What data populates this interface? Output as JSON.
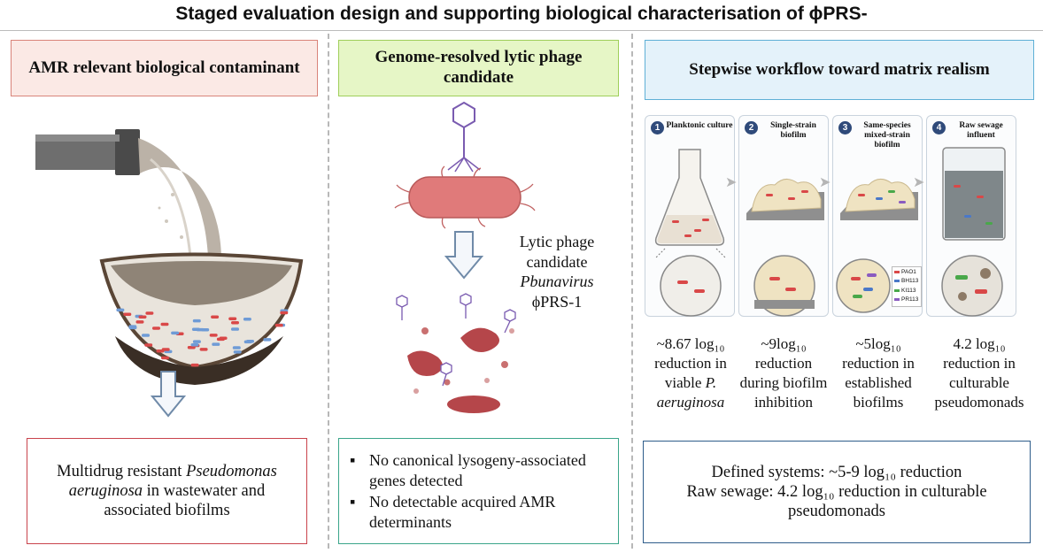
{
  "title": "Staged evaluation design and supporting biological characterisation of ϕPRS-",
  "colors": {
    "left_header_bg": "#fbe9e5",
    "left_header_border": "#d9847a",
    "mid_header_bg": "#e6f6c6",
    "mid_header_border": "#9fcf5a",
    "right_header_bg": "#e4f2fa",
    "right_header_border": "#5fb0d6",
    "left_bottom_border": "#c9434c",
    "mid_bottom_border": "#3aa58a",
    "right_bottom_border": "#2e5c8a"
  },
  "left": {
    "header": "AMR relevant biological contaminant",
    "illustration_icon": "sewage-pipe-outflow-icon",
    "bottom_parts": [
      "Multidrug resistant ",
      "Pseudomonas aeruginosa",
      " in wastewater and associated biofilms"
    ]
  },
  "middle": {
    "header": "Genome-resolved lytic phage candidate",
    "phage_label": {
      "line1": "Lytic phage",
      "line2": "candidate",
      "genus": "Pbunavirus",
      "name": "ϕPRS-1"
    },
    "bullets": [
      "No canonical lysogeny-associated genes detected",
      "No detectable acquired AMR determinants"
    ]
  },
  "right": {
    "header": "Stepwise workflow toward matrix realism",
    "steps": [
      {
        "num": "1",
        "title": "Planktonic culture"
      },
      {
        "num": "2",
        "title": "Single-strain biofilm"
      },
      {
        "num": "3",
        "title": "Same-species mixed-strain biofilm"
      },
      {
        "num": "4",
        "title": "Raw sewage influent"
      }
    ],
    "legend": [
      "PAO1",
      "BH113",
      "KI113",
      "PR113"
    ],
    "legend_colors": [
      "#d94848",
      "#4a78c8",
      "#49a84a",
      "#8a5bc0"
    ],
    "results": [
      {
        "lines": [
          "~8.67 log₁₀",
          "reduction in",
          "viable "
        ],
        "italic": [
          "P.",
          "aeruginosa"
        ]
      },
      {
        "lines": [
          "~9log₁₀",
          "reduction",
          "during biofilm",
          "inhibition"
        ],
        "italic": []
      },
      {
        "lines": [
          "~5log₁₀",
          "reduction in",
          "established",
          "biofilms"
        ],
        "italic": []
      },
      {
        "lines": [
          "4.2 log₁₀",
          "reduction in",
          "culturable",
          "pseudomonads"
        ],
        "italic": []
      }
    ],
    "summary": {
      "line1": "Defined systems: ~5-9 log₁₀ reduction",
      "line2": "Raw sewage: 4.2 log₁₀ reduction in culturable pseudomonads"
    }
  }
}
